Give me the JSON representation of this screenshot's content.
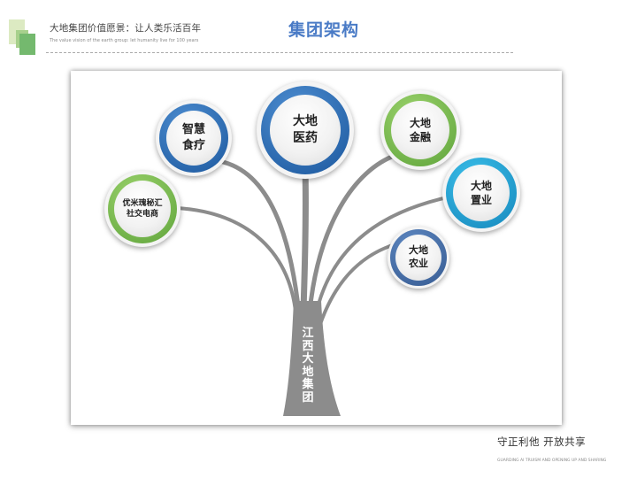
{
  "header": {
    "tagline": "大地集团价值愿景：让人类乐活百年",
    "tagline_en": "The value vision of the earth group: let humanity live for 100 years",
    "title": "集团架构"
  },
  "tree": {
    "trunk_label": "江西大地集团",
    "nodes": [
      {
        "id": "medicine",
        "line1": "大地",
        "line2": "医药",
        "color": "blue"
      },
      {
        "id": "smart-food",
        "line1": "智慧",
        "line2": "食疗",
        "color": "blue"
      },
      {
        "id": "ecommerce",
        "line1": "优米瑰秘汇",
        "line2": "社交电商",
        "color": "green"
      },
      {
        "id": "finance",
        "line1": "大地",
        "line2": "金融",
        "color": "green"
      },
      {
        "id": "real-estate",
        "line1": "大地",
        "line2": "置业",
        "color": "sky"
      },
      {
        "id": "agriculture",
        "line1": "大地",
        "line2": "农业",
        "color": "slate"
      }
    ]
  },
  "footer": {
    "motto": "守正利他  开放共享",
    "motto_en": "GUARDING AI TRUISM AND OPENING UP AND SHARING"
  }
}
